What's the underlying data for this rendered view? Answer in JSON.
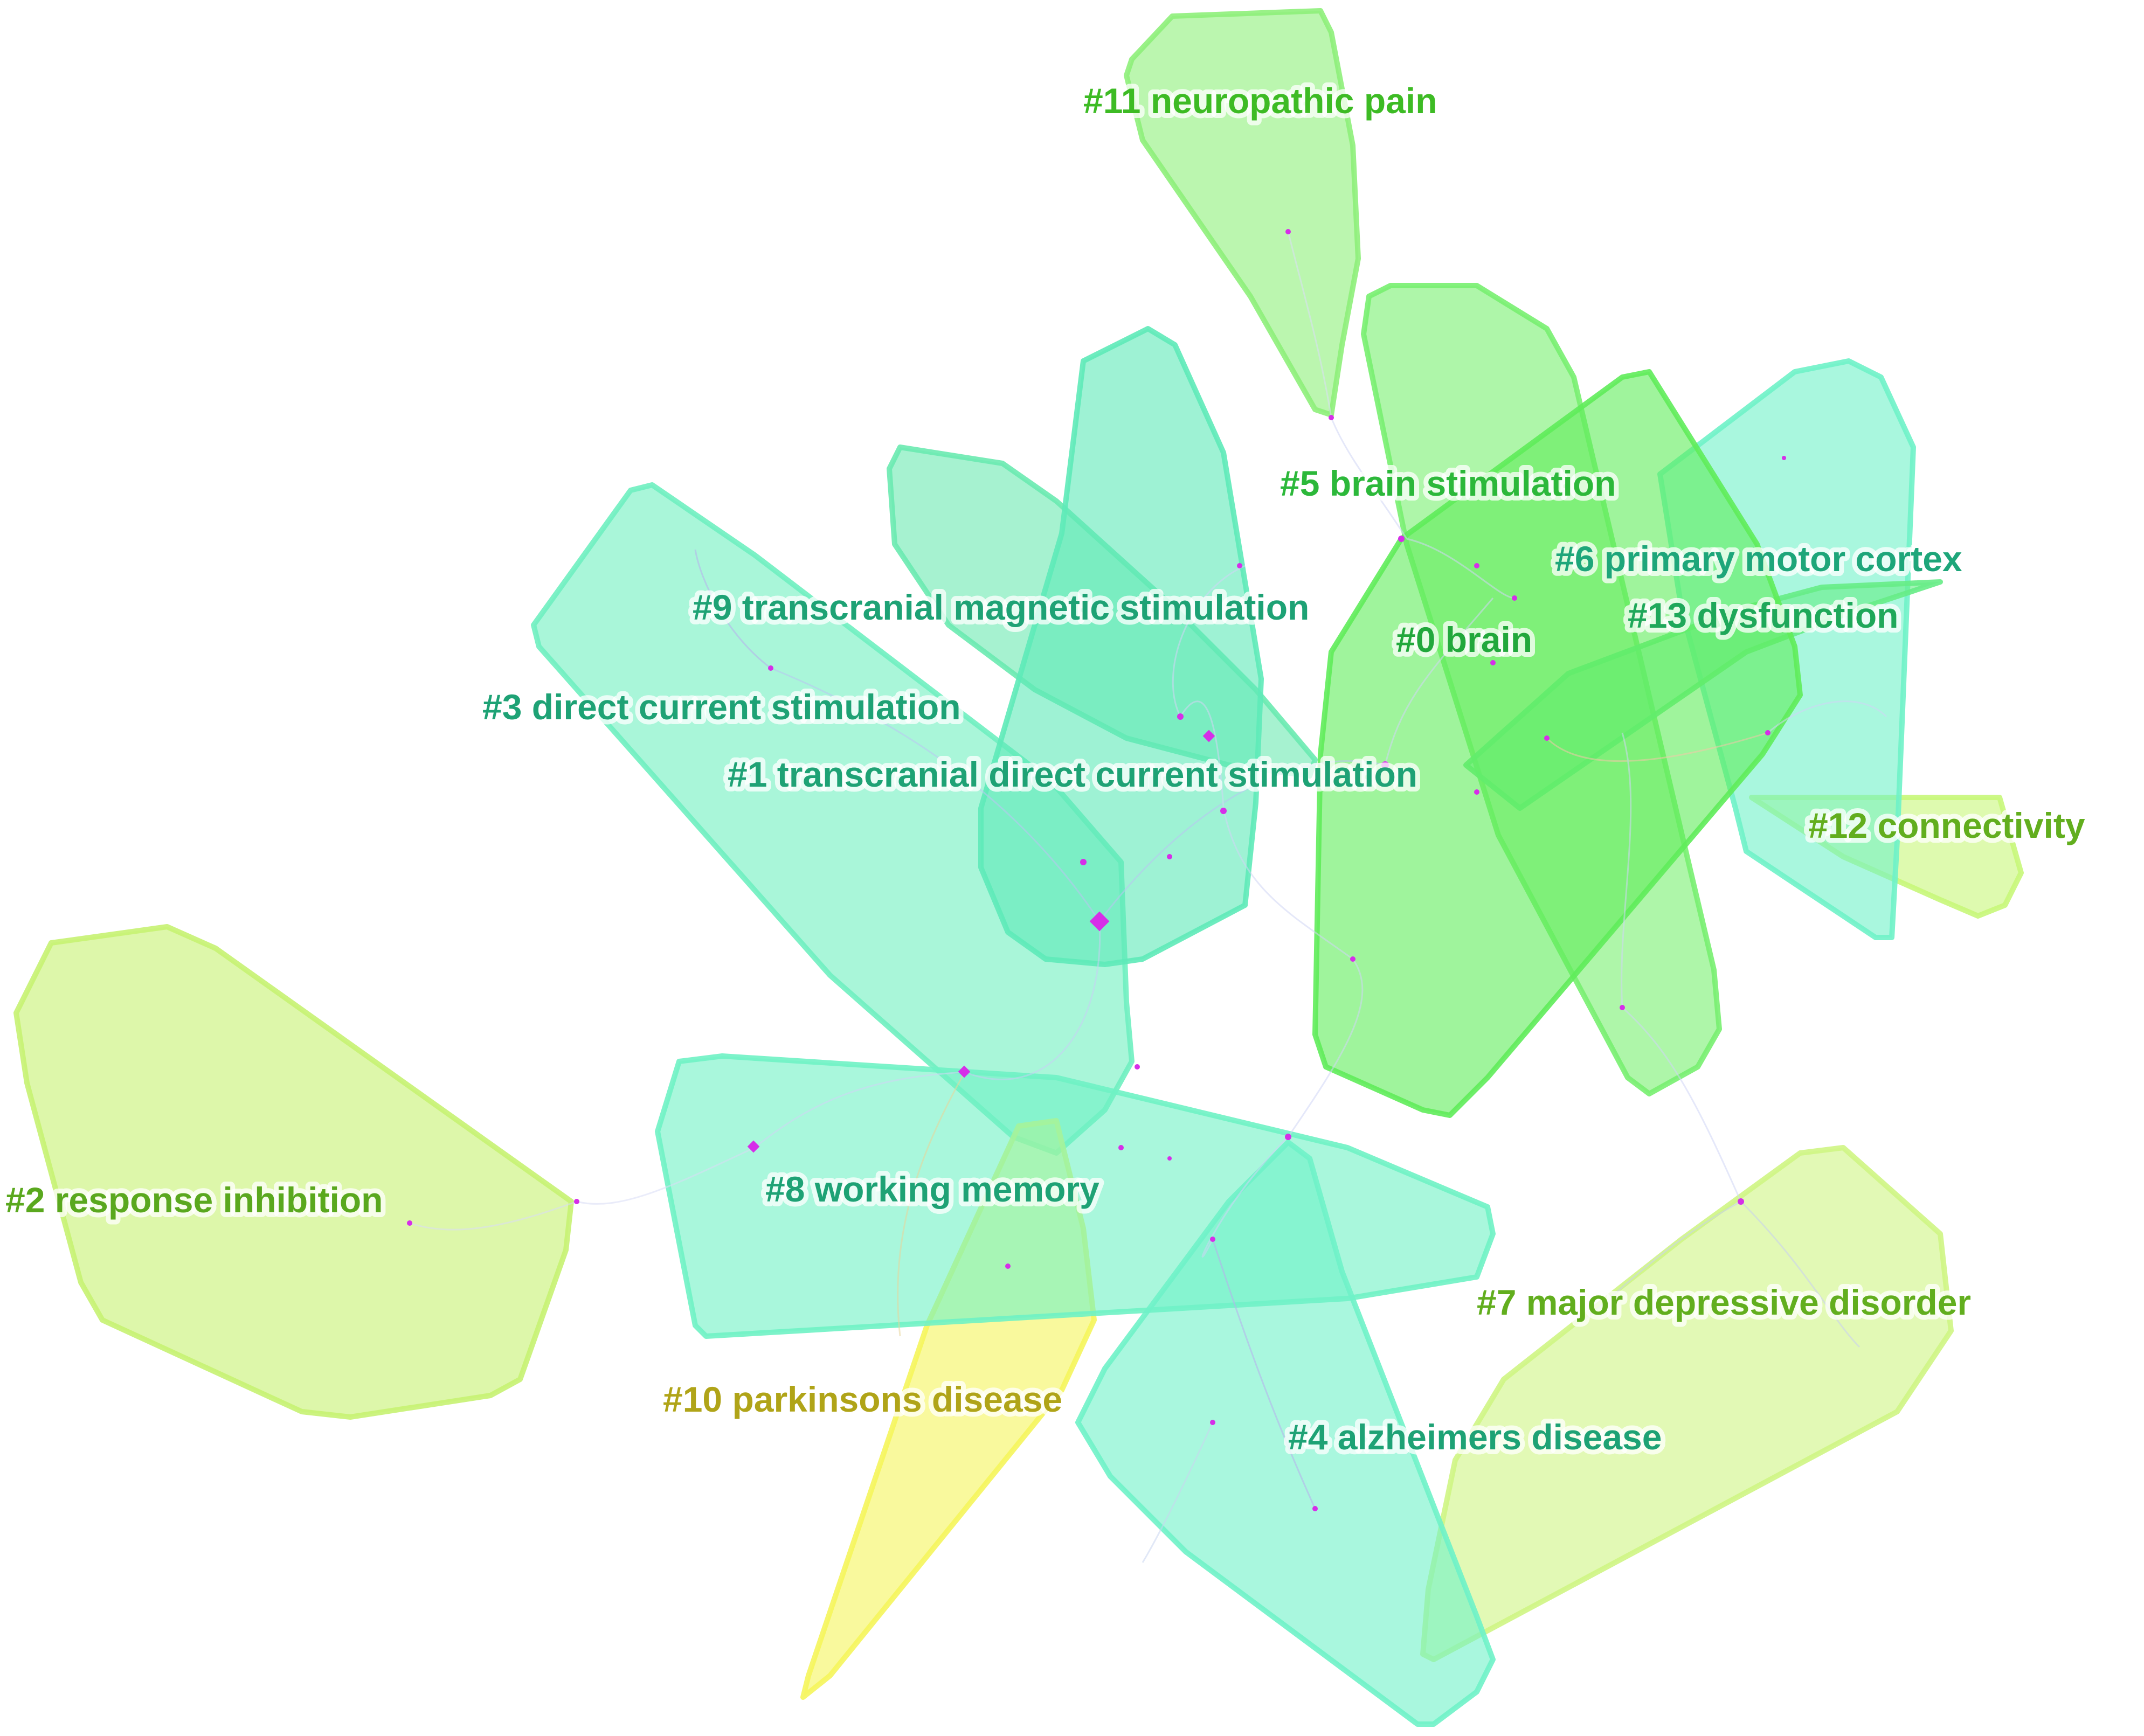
{
  "clusters": [
    {
      "id": "11",
      "label": "#11 neuropathic pain",
      "fill": "#8ef07a",
      "text_color": "#3dbb24"
    },
    {
      "id": "5",
      "label": "#5 brain stimulation",
      "fill": "#78f070",
      "text_color": "#2cb83a"
    },
    {
      "id": "0",
      "label": "#0 brain",
      "fill": "#5fec5a",
      "text_color": "#22a83c"
    },
    {
      "id": "6",
      "label": "#6 primary motor cortex",
      "fill": "#6ff2c8",
      "text_color": "#1ea67a"
    },
    {
      "id": "13",
      "label": "#13 dysfunction",
      "fill": "#66ec86",
      "text_color": "#1fa85a"
    },
    {
      "id": "9",
      "label": "#9 transcranial magnetic stimulation",
      "fill": "#6aeab0",
      "text_color": "#1ea275"
    },
    {
      "id": "3",
      "label": "#3 direct current stimulation",
      "fill": "#6ff0c0",
      "text_color": "#1ea275"
    },
    {
      "id": "1",
      "label": "#1 transcranial direct current stimulation",
      "fill": "#5eeab8",
      "text_color": "#1ea275"
    },
    {
      "id": "12",
      "label": "#12 connectivity",
      "fill": "#c8f77a",
      "text_color": "#62ae1e"
    },
    {
      "id": "2",
      "label": "#2 response inhibition",
      "fill": "#c6f272",
      "text_color": "#5aa81e"
    },
    {
      "id": "8",
      "label": "#8 working memory",
      "fill": "#6ff2c4",
      "text_color": "#1ea275"
    },
    {
      "id": "7",
      "label": "#7 major depressive disorder",
      "fill": "#cff584",
      "text_color": "#62ae1e"
    },
    {
      "id": "10",
      "label": "#10 parkinsons disease",
      "fill": "#f5f55c",
      "text_color": "#b0a418"
    },
    {
      "id": "4",
      "label": "#4 alzheimers disease",
      "fill": "#6ff2c8",
      "text_color": "#1ea275"
    }
  ],
  "node_color": "#d62ee8"
}
